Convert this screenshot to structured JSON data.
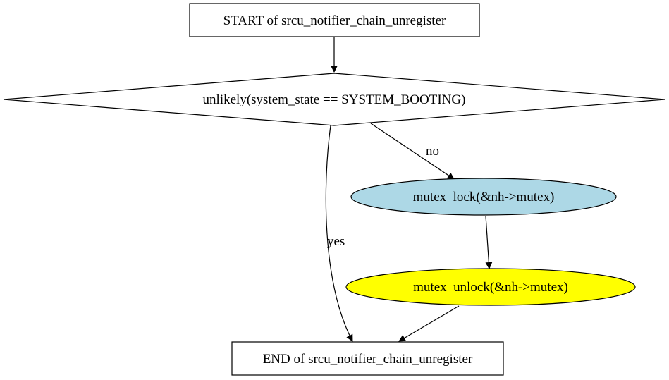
{
  "diagram": {
    "type": "flowchart",
    "nodes": {
      "start": {
        "label": "START of srcu_notifier_chain_unregister",
        "shape": "box",
        "fill": "#ffffff"
      },
      "cond": {
        "label": "unlikely(system_state == SYSTEM_BOOTING)",
        "shape": "diamond",
        "fill": "#ffffff"
      },
      "lock": {
        "label": "mutex  lock(&nh->mutex)",
        "shape": "ellipse",
        "fill": "#add8e6"
      },
      "unlock": {
        "label": "mutex  unlock(&nh->mutex)",
        "shape": "ellipse",
        "fill": "#ffff00"
      },
      "end": {
        "label": "END of srcu_notifier_chain_unregister",
        "shape": "box",
        "fill": "#ffffff"
      }
    },
    "edges": [
      {
        "from": "start",
        "to": "cond",
        "label": ""
      },
      {
        "from": "cond",
        "to": "lock",
        "label": "no"
      },
      {
        "from": "cond",
        "to": "end",
        "label": "yes"
      },
      {
        "from": "lock",
        "to": "unlock",
        "label": ""
      },
      {
        "from": "unlock",
        "to": "end",
        "label": ""
      }
    ]
  }
}
